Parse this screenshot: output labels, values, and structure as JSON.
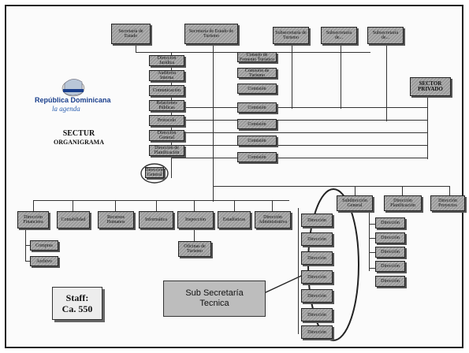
{
  "branding": {
    "country_name": "República Dominicana",
    "tagline": "la agenda"
  },
  "title": {
    "line1": "SECTUR",
    "line2": "ORGANIGRAMA"
  },
  "top_row": [
    "Secretaría de Estado",
    "Secretaría de Estado de Turismo",
    "Subsecretaría de Turismo",
    "Subsecretaría de...",
    "Subsecretaría de..."
  ],
  "left_column": [
    "Dirección Jurídica",
    "Auditoría Interna",
    "Comunicación",
    "Relaciones Públicas",
    "Protocolo",
    "Dirección General",
    "Dirección de Planificación",
    "Dirección General"
  ],
  "middle_column": [
    "Consejo de Fomento Turístico",
    "Comisión de Turismo",
    "Comisión",
    "Comisión",
    "Comisión",
    "Comisión",
    "Comisión"
  ],
  "sector_privado": "SECTOR PRIVADO",
  "bottom_row": [
    "Dirección Financiera",
    "Contabilidad",
    "Recursos Humanos",
    "Informática",
    "Inspección",
    "Estadísticas",
    "Dirección Administrativa"
  ],
  "bottom_sub_left": [
    "Compras",
    "Archivo"
  ],
  "bottom_sub_inspeccion": "Oficinas de Turismo",
  "right_heads": [
    "Subdirección General",
    "Dirección Planificación",
    "Dirección Proyectos"
  ],
  "right_stack": [
    "Dirección",
    "Dirección",
    "Dirección",
    "Dirección",
    "Dirección",
    "Dirección",
    "Dirección"
  ],
  "far_right_stack": [
    "Dirección",
    "Dirección",
    "Dirección",
    "Dirección",
    "Dirección"
  ],
  "staff": {
    "line1": "Staff:",
    "line2": "Ca. 550"
  },
  "callout": {
    "line1": "Sub Secretaría",
    "line2": "Tecnica"
  }
}
